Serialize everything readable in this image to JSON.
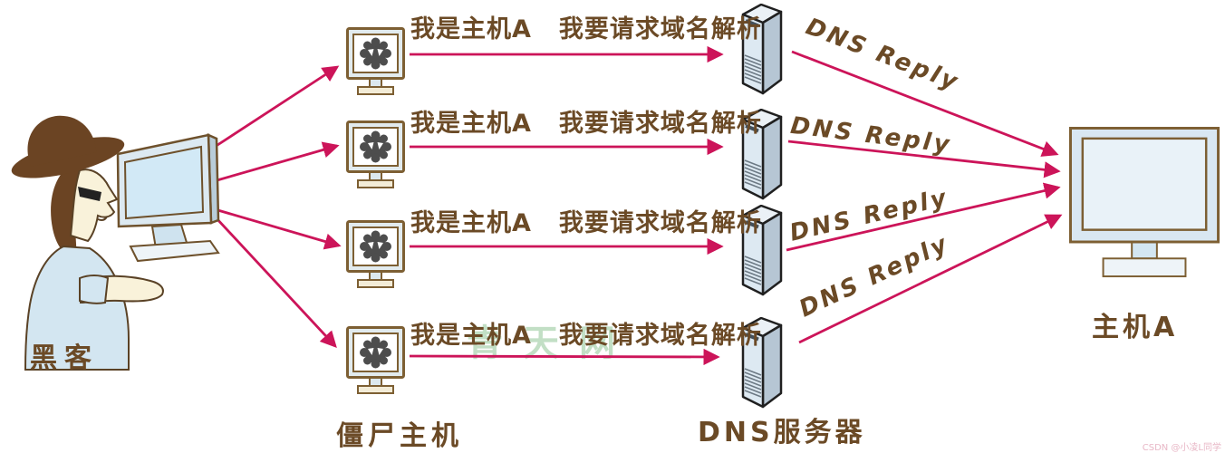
{
  "labels": {
    "hacker": "黑客",
    "zombie_hosts": "僵尸主机",
    "dns_servers": "DNS服务器",
    "victim_host": "主机A"
  },
  "rows": [
    {
      "claim": "我是主机A",
      "request": "我要请求域名解析",
      "reply": "DNS Reply"
    },
    {
      "claim": "我是主机A",
      "request": "我要请求域名解析",
      "reply": "DNS Reply"
    },
    {
      "claim": "我是主机A",
      "request": "我要请求域名解析",
      "reply": "DNS Reply"
    },
    {
      "claim": "我是主机A",
      "request": "我要请求域名解析",
      "reply": "DNS Reply"
    }
  ],
  "watermarks": {
    "center": "青天网",
    "corner": "CSDN @小凌L同学"
  },
  "colors": {
    "arrow": "#cc1459",
    "text_brown": "#6b4a26",
    "outline_brown": "#7d5f33",
    "monitor_frame": "#dfe9ee",
    "screen_fill": "#e9f2f8",
    "server_front": "#dde9f2",
    "server_side": "#b6c6d4",
    "server_top": "#ebf1f6",
    "malware_gray": "#4d4d4d",
    "hat_brown": "#6b4423",
    "shirt_blue": "#d3e6f1",
    "skin_cream": "#f9f2da",
    "watermark_green": "#8fc496",
    "watermark_pink": "#e8b7c6"
  }
}
